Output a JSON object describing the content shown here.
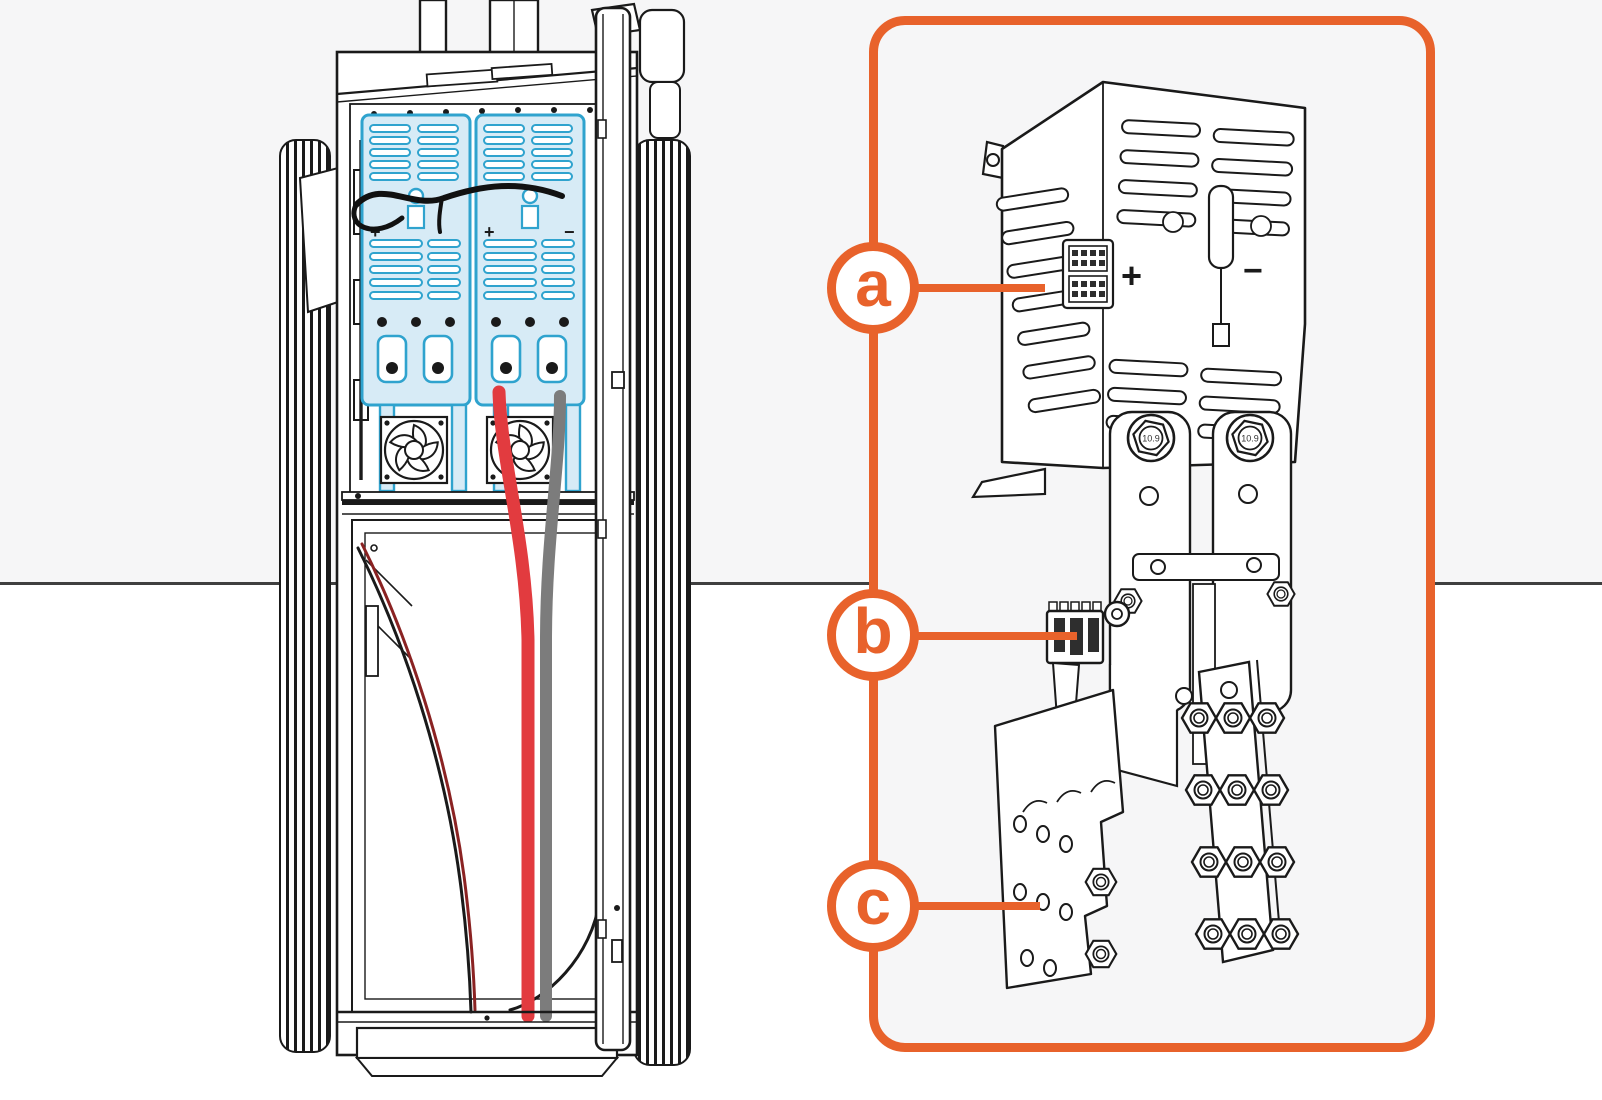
{
  "figure": {
    "type": "installation-manual-illustration",
    "left_view": "charging-station-cabinet-open",
    "right_view": "rectifier-bracket-detail"
  },
  "colors": {
    "accent_orange": "#E8622B",
    "wall_gray": "#F6F6F7",
    "floor_white": "#FFFFFF",
    "horizon_line": "#3F3F3F",
    "line_black": "#1A1A1A",
    "highlight_blue_stroke": "#2FA3CE",
    "highlight_blue_fill": "#D7EBF6",
    "cable_red": "#E23B3F",
    "cable_gray": "#7C7C7C"
  },
  "detail_panel": {
    "callouts": [
      {
        "id": "a",
        "label": "a",
        "target": "perforated-cover"
      },
      {
        "id": "b",
        "label": "b",
        "target": "terminal-connector"
      },
      {
        "id": "c",
        "label": "c",
        "target": "mounting-plate"
      }
    ],
    "bolt_marking": "10.9",
    "symbols": {
      "plus": "+",
      "minus": "−"
    }
  }
}
